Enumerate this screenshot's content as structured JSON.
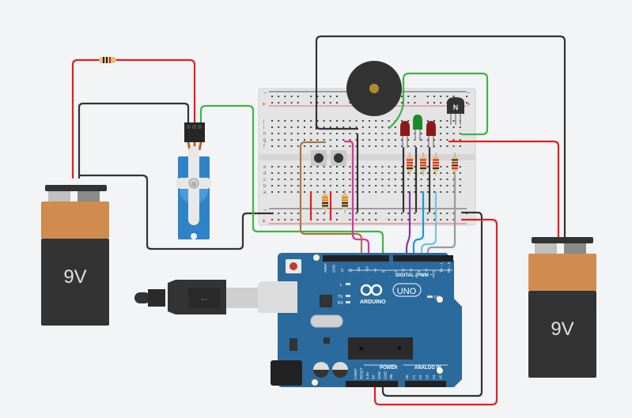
{
  "canvas": {
    "title": "Arduino circuit with servo, buzzer, LEDs, push buttons and two 9V batteries"
  },
  "colors": {
    "background": "#f3f4f6",
    "arduino_board": "#2b6a9d",
    "battery_top": "#d08c4e",
    "battery_body": "#333333",
    "wire_red": "#e02020",
    "wire_black": "#333333",
    "wire_green": "#3db547",
    "wire_brown": "#a8774a",
    "wire_magenta": "#d6389c",
    "wire_purple": "#8436a4",
    "wire_blue": "#1a9ad6",
    "wire_cyan": "#6cc8d8",
    "wire_gray": "#9a9a9a",
    "led_red": "#8b1a1a",
    "led_green": "#1e8a2a",
    "servo_blue": "#2f83c7",
    "buzzer": "#333333"
  },
  "battery_left": {
    "label": "9V"
  },
  "battery_right": {
    "label": "9V"
  },
  "transistor": {
    "label": "N"
  },
  "breadboard": {
    "row_labels_top": [
      "j",
      "i",
      "h",
      "g",
      "f"
    ],
    "row_labels_bottom": [
      "e",
      "d",
      "c",
      "b",
      "a"
    ],
    "rail_minus": "−",
    "rail_plus": "+"
  },
  "arduino": {
    "brand": "ARDUINO",
    "model": "UNO",
    "digital_header_label": "DIGITAL (PWM ~)",
    "power_label": "POWER",
    "analog_label": "ANALOG IN",
    "pins_digital_left": [
      "AREF",
      "GND",
      "13",
      "12",
      "~11",
      "~10",
      "~9",
      "8"
    ],
    "pins_digital_right": [
      "7",
      "~6",
      "~5",
      "4",
      "~3",
      "2",
      "TX→1",
      "RX←0"
    ],
    "pins_power": [
      "IOREF",
      "RESET",
      "3.3V",
      "5V",
      "GND",
      "GND",
      "Vin"
    ],
    "pins_analog": [
      "A0",
      "A1",
      "A2",
      "A3",
      "A4",
      "A5"
    ],
    "led_labels": [
      "L",
      "TX",
      "RX",
      "ON"
    ]
  }
}
